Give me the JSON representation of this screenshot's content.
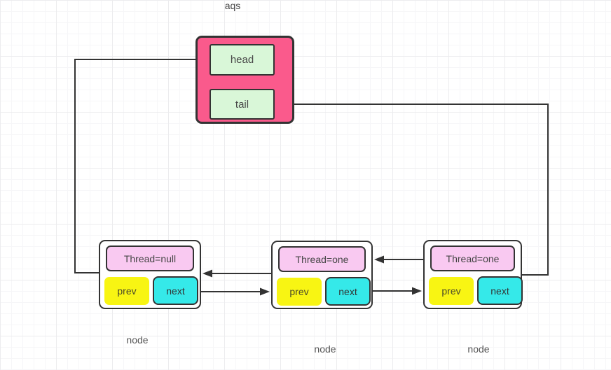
{
  "aqs": {
    "title": "aqs",
    "head": "head",
    "tail": "tail"
  },
  "nodes": [
    {
      "thread": "Thread=null",
      "prev": "prev",
      "next": "next",
      "caption": "node"
    },
    {
      "thread": "Thread=one",
      "prev": "prev",
      "next": "next",
      "caption": "node"
    },
    {
      "thread": "Thread=one",
      "prev": "prev",
      "next": "next",
      "caption": "node"
    }
  ],
  "edges": [
    {
      "from": "node-1",
      "to": "aqs.head",
      "direction": "arrow-into-head"
    },
    {
      "from": "node-3",
      "to": "aqs.tail",
      "direction": "arrow-into-tail"
    },
    {
      "from": "node-2.prev",
      "to": "node-1",
      "direction": "arrow-into-node-1"
    },
    {
      "from": "node-1.next",
      "to": "node-2",
      "direction": "arrow-into-node-2"
    },
    {
      "from": "node-3.prev",
      "to": "node-2",
      "direction": "arrow-into-node-2"
    },
    {
      "from": "node-2.next",
      "to": "node-3",
      "direction": "arrow-into-node-3"
    }
  ],
  "colors": {
    "container_pink": "#fa5a8c",
    "field_green": "#d9f7d8",
    "thread_pink": "#f9c9f1",
    "prev_yellow": "#f8f513",
    "next_cyan": "#35e9e9",
    "line": "#333333",
    "grid_major": "#ececee",
    "grid_minor": "#f6f6f8"
  }
}
